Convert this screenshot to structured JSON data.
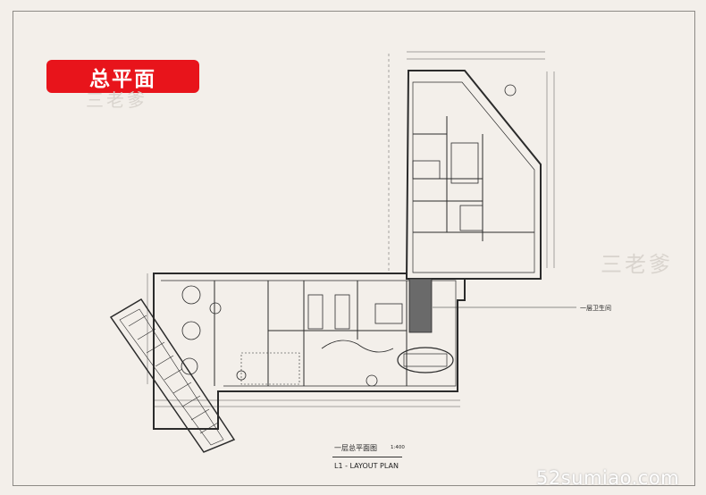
{
  "header": {
    "title": "总平面"
  },
  "watermarks": {
    "left": "三老爹",
    "right": "三老爹"
  },
  "plan": {
    "callout": "一层卫生间",
    "caption_cn": "一层总平面图",
    "caption_scale": "1:400",
    "caption_en": "L1 - LAYOUT PLAN"
  },
  "footer": {
    "site": "52sumiao.com"
  },
  "colors": {
    "badge": "#e8141b",
    "background": "#f3efea",
    "line": "#2b2b2b"
  }
}
